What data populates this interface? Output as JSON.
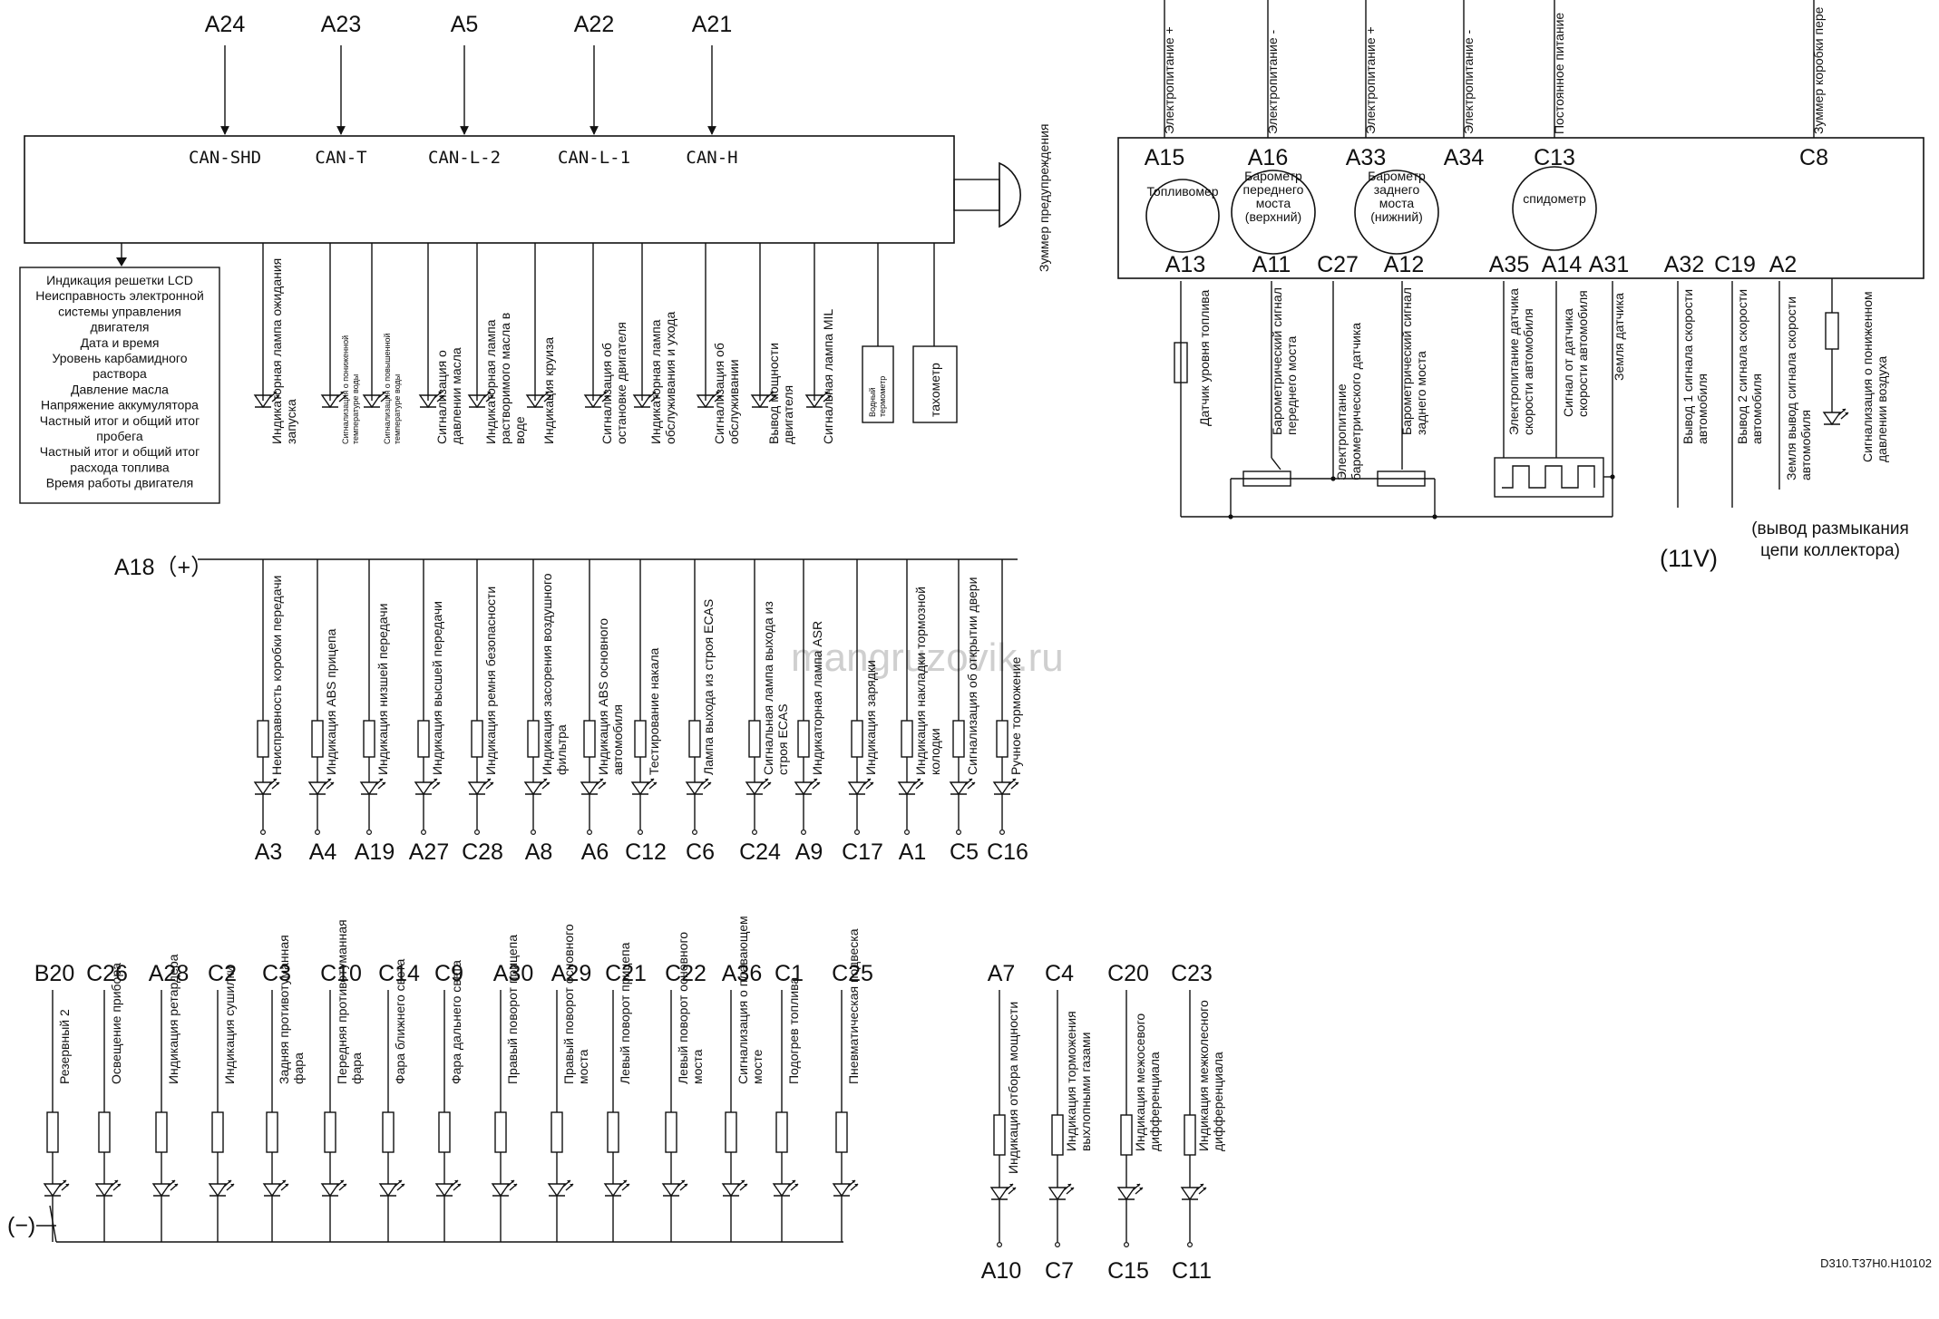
{
  "watermark": "mangruzovik.ru",
  "drawing_code": "D310.T37H0.H10102",
  "can_module": {
    "inputs": [
      {
        "pin": "A24",
        "signal": "CAN-SHD"
      },
      {
        "pin": "A23",
        "signal": "CAN-T"
      },
      {
        "pin": "A5",
        "signal": "CAN-L-2"
      },
      {
        "pin": "A22",
        "signal": "CAN-L-1"
      },
      {
        "pin": "A21",
        "signal": "CAN-H"
      }
    ],
    "buzzer": "Зуммер предупреждения",
    "lcd_lines": [
      "Индикация решетки LCD",
      "Неисправность электронной",
      "системы управления",
      "двигателя",
      "Дата и время",
      "Уровень карбамидного",
      "раствора",
      "Давление масла",
      "Напряжение аккумулятора",
      "Частный итог и общий итог",
      "пробега",
      "Частный итог и общий итог",
      "расхода топлива",
      "Время работы двигателя"
    ],
    "outputs": [
      {
        "lines": [
          "Индикаторная лампа ожидания",
          "запуска"
        ],
        "small": false
      },
      {
        "lines": [
          "Сигнализация о пониженной",
          "температуре воды"
        ],
        "small": true
      },
      {
        "lines": [
          "Сигнализация о повышенной",
          "температуре воды"
        ],
        "small": true
      },
      {
        "lines": [
          "Сигнализация о",
          "давлении масла"
        ],
        "small": false
      },
      {
        "lines": [
          "Индикаторная лампа",
          "растворимого масла в",
          "воде"
        ],
        "small": false
      },
      {
        "lines": [
          "Индикация круиза"
        ],
        "small": false
      },
      {
        "lines": [
          "Сигнализация об",
          "остановке двигателя"
        ],
        "small": false
      },
      {
        "lines": [
          "Индикаторная лампа",
          "обслуживания и ухода"
        ],
        "small": false
      },
      {
        "lines": [
          "Сигнализация об",
          "обслуживании"
        ],
        "small": false
      },
      {
        "lines": [
          "Вывод мощности",
          "двигателя"
        ],
        "small": false
      },
      {
        "lines": [
          "Сигнальная лампа MIL"
        ],
        "small": false
      }
    ],
    "water_thermometer": [
      "Водный",
      "термометр"
    ],
    "tachometer": "тахометр"
  },
  "gauge_module": {
    "top_pins": [
      {
        "pin": "A15",
        "label": "Электропитание +"
      },
      {
        "pin": "A16",
        "label": "Электропитание -"
      },
      {
        "pin": "A33",
        "label": "Электропитание +"
      },
      {
        "pin": "A34",
        "label": "Электропитание -"
      },
      {
        "pin": "C13",
        "label": "Постоянное питание"
      },
      {
        "pin": "C8",
        "label": "Зуммер коробки пере"
      }
    ],
    "gauges": [
      {
        "lines": [
          "Топливомер"
        ]
      },
      {
        "lines": [
          "Барометр",
          "переднего",
          "моста",
          "(верхний)"
        ]
      },
      {
        "lines": [
          "Барометр",
          "заднего",
          "моста",
          "(нижний)"
        ]
      },
      {
        "lines": [
          "спидометр"
        ]
      }
    ],
    "bottom_pins": [
      {
        "pin": "A13",
        "lines": [
          "Датчик уровня топлива"
        ]
      },
      {
        "pin": "A11",
        "lines": [
          "Барометрический сигнал",
          "переднего моста"
        ]
      },
      {
        "pin": "C27",
        "lines": [
          "Электропитание",
          "барометрического датчика"
        ]
      },
      {
        "pin": "A12",
        "lines": [
          "Барометрический сигнал",
          "заднего моста"
        ]
      },
      {
        "pin": "A35",
        "lines": [
          "Электропитание датчика",
          "скорости автомобиля"
        ]
      },
      {
        "pin": "A14",
        "lines": [
          "Сигнал от датчика",
          "скорости автомобиля"
        ]
      },
      {
        "pin": "A31",
        "lines": [
          "Земля датчика"
        ]
      },
      {
        "pin": "A32",
        "lines": [
          "Вывод 1 сигнала скорости",
          "автомобиля"
        ]
      },
      {
        "pin": "C19",
        "lines": [
          "Вывод 2 сигнала скорости",
          "автомобиля"
        ]
      },
      {
        "pin": "A2",
        "lines": [
          "Земля вывод сигнала скорости",
          "автомобиля"
        ]
      }
    ],
    "low_air": [
      "Сигнализация о пониженном",
      "давлении воздуха"
    ],
    "voltage": "(11V)",
    "collector_note": [
      "(вывод размыкания",
      "цепи коллектора)"
    ]
  },
  "positive_bus": {
    "label": "A18（+）",
    "indicators": [
      {
        "pin": "A3",
        "lines": [
          "Неисправность коробки передачи"
        ]
      },
      {
        "pin": "A4",
        "lines": [
          "Индикация ABS прицепа"
        ]
      },
      {
        "pin": "A19",
        "lines": [
          "Индикация низшей передачи"
        ]
      },
      {
        "pin": "A27",
        "lines": [
          "Индикация высшей передачи"
        ]
      },
      {
        "pin": "C28",
        "lines": [
          "Индикация ремня безопасности"
        ]
      },
      {
        "pin": "A8",
        "lines": [
          "Индикация засорения воздушного",
          "фильтра"
        ]
      },
      {
        "pin": "A6",
        "lines": [
          "Индикация ABS основного",
          "автомобиля"
        ]
      },
      {
        "pin": "C12",
        "lines": [
          "Тестирование накала"
        ]
      },
      {
        "pin": "C6",
        "lines": [
          "Лампа выхода из строя ECAS"
        ]
      },
      {
        "pin": "C24",
        "lines": [
          "Сигнальная лампа выхода из",
          "строя ECAS"
        ]
      },
      {
        "pin": "A9",
        "lines": [
          "Индикаторная лампа ASR"
        ]
      },
      {
        "pin": "C17",
        "lines": [
          "Индикация зарядки"
        ]
      },
      {
        "pin": "A1",
        "lines": [
          "Индикация накладки тормозной",
          "колодки"
        ]
      },
      {
        "pin": "C5",
        "lines": [
          "Сигнализация об открытии двери"
        ]
      },
      {
        "pin": "C16",
        "lines": [
          "Ручное торможение"
        ]
      }
    ]
  },
  "negative_bus": {
    "label": "(−)",
    "indicators": [
      {
        "pin": "B20",
        "lines": [
          "Резервный 2"
        ]
      },
      {
        "pin": "C26",
        "lines": [
          "Освещение прибора"
        ]
      },
      {
        "pin": "A28",
        "lines": [
          "Индикация ретардера"
        ]
      },
      {
        "pin": "C2",
        "lines": [
          "Индикация сушилки"
        ]
      },
      {
        "pin": "C3",
        "lines": [
          "Задняя противотуманная",
          "фара"
        ]
      },
      {
        "pin": "C10",
        "lines": [
          "Передняя противотуманная",
          "фара"
        ]
      },
      {
        "pin": "C14",
        "lines": [
          "Фара ближнего света"
        ]
      },
      {
        "pin": "C9",
        "lines": [
          "Фара дальнего света"
        ]
      },
      {
        "pin": "A30",
        "lines": [
          "Правый поворот прицепа"
        ]
      },
      {
        "pin": "A29",
        "lines": [
          "Правый поворот основного",
          "моста"
        ]
      },
      {
        "pin": "C21",
        "lines": [
          "Левый поворот прицепа"
        ]
      },
      {
        "pin": "C22",
        "lines": [
          "Левый поворот основного",
          "моста"
        ]
      },
      {
        "pin": "A36",
        "lines": [
          "Сигнализация о плавающем",
          "мосте"
        ]
      },
      {
        "pin": "C1",
        "lines": [
          "Подогрев топлива"
        ]
      },
      {
        "pin": "C25",
        "lines": [
          "Пневматическая подвеска"
        ]
      }
    ]
  },
  "extra_indicators": [
    {
      "top_pin": "A7",
      "bottom_pin": "A10",
      "lines": [
        "Индикация отбора мощности"
      ]
    },
    {
      "top_pin": "C4",
      "bottom_pin": "C7",
      "lines": [
        "Индикация торможения",
        "выхлопными газами"
      ]
    },
    {
      "top_pin": "C20",
      "bottom_pin": "C15",
      "lines": [
        "Индикация межосевого",
        "дифференциала"
      ]
    },
    {
      "top_pin": "C23",
      "bottom_pin": "C11",
      "lines": [
        "Индикация межколесного",
        "дифференциала"
      ]
    }
  ],
  "colors": {
    "line": "#111111",
    "watermark": "#cfcfcf",
    "background": "#ffffff"
  }
}
